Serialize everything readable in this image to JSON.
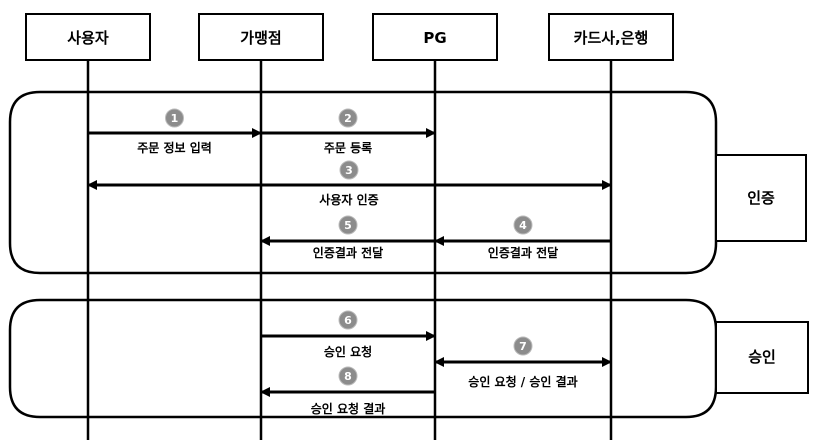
{
  "participants": [
    "사용자",
    "가맹점",
    "PG",
    "카드사,은행"
  ],
  "groups": [
    {
      "label": "인증"
    },
    {
      "label": "승인"
    }
  ],
  "messages": [
    {
      "num": "1",
      "label": "주문 정보 입력",
      "from": 0,
      "to": 1
    },
    {
      "num": "2",
      "label": "주문 등록",
      "from": 1,
      "to": 2
    },
    {
      "num": "3",
      "label": "사용자 인증",
      "from": 0,
      "to": 3,
      "bidirectional": true
    },
    {
      "num": "4",
      "label": "인증결과 전달",
      "from": 3,
      "to": 2
    },
    {
      "num": "5",
      "label": "인증결과 전달",
      "from": 2,
      "to": 1
    },
    {
      "num": "6",
      "label": "승인 요청",
      "from": 1,
      "to": 2
    },
    {
      "num": "7",
      "label": "승인 요청 / 승인 결과",
      "from": 2,
      "to": 3,
      "bidirectional": true
    },
    {
      "num": "8",
      "label": "승인 요청 결과",
      "from": 2,
      "to": 1
    }
  ],
  "colors": {
    "line": "#000000",
    "badge": "#8c8c8c"
  }
}
